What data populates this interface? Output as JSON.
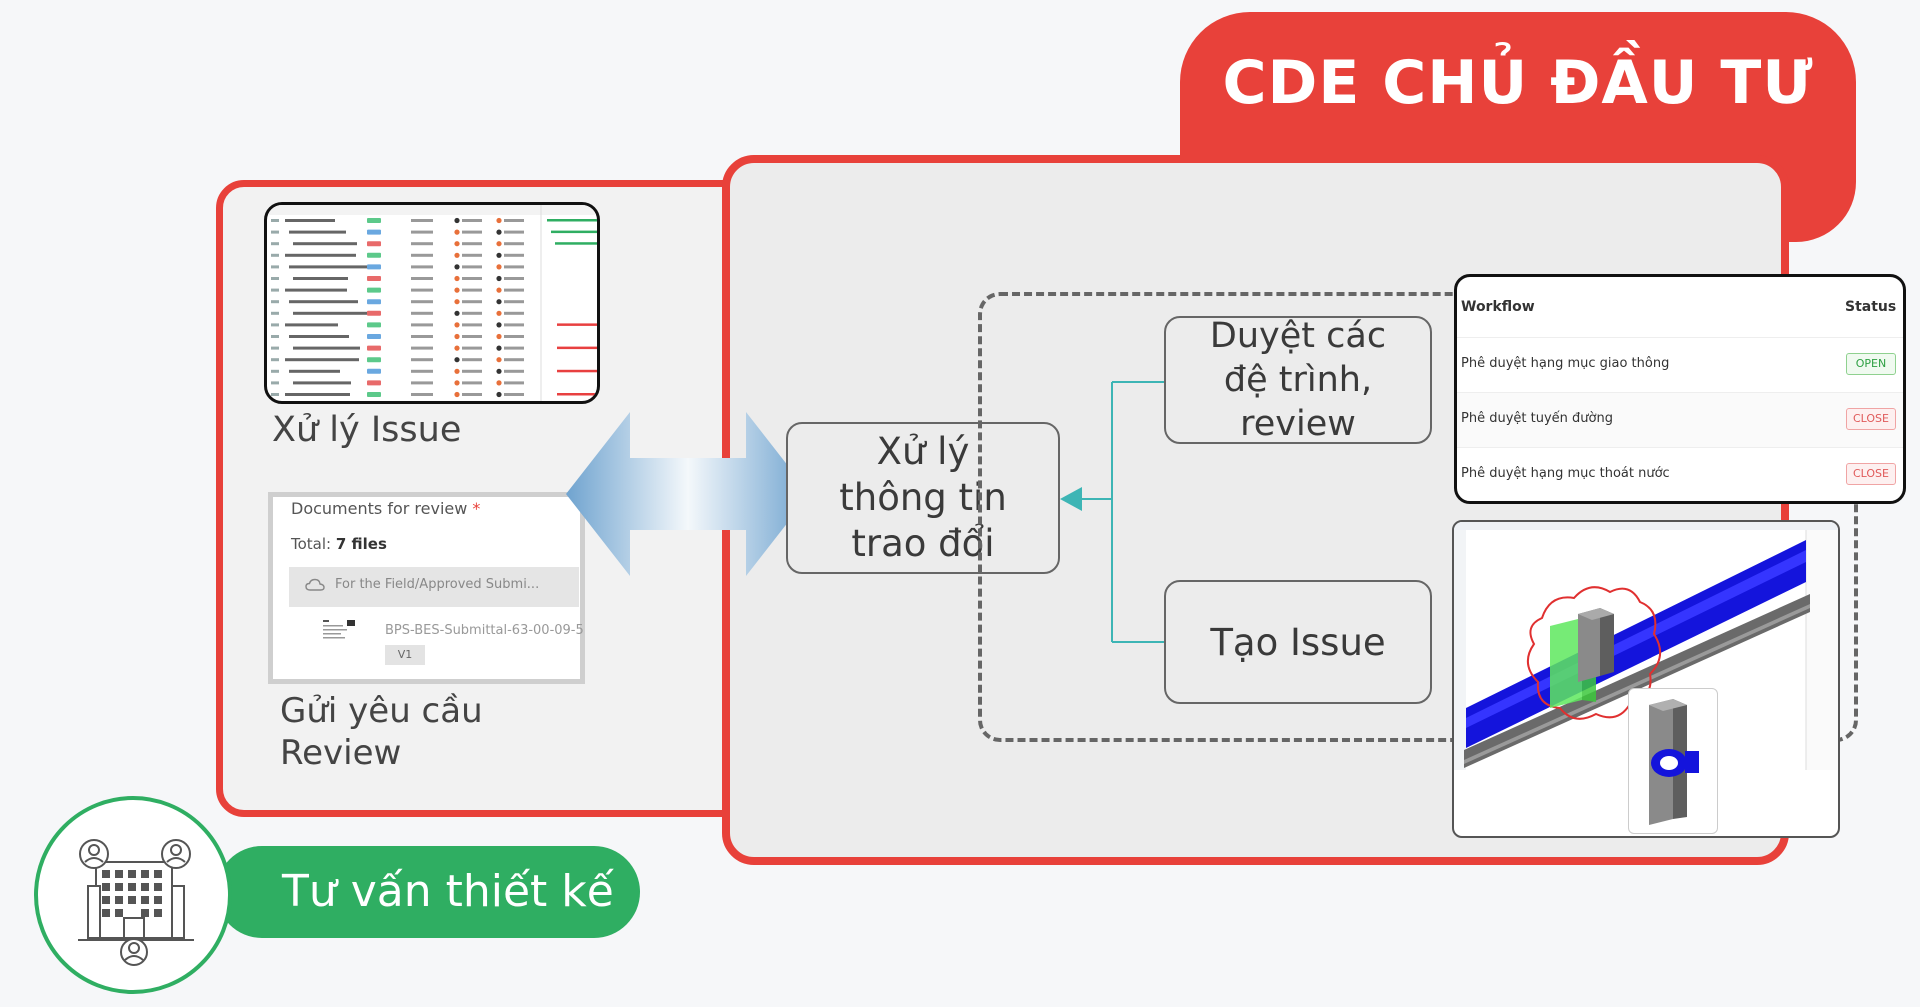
{
  "banner": {
    "title": "CDE CHỦ ĐẦU TƯ"
  },
  "left_panel": {
    "issue_label": "Xử lý Issue",
    "documents": {
      "title": "Documents for review",
      "required_mark": "*",
      "total_label": "Total:",
      "total_value": "7 files",
      "folder_text": "For the Field/Approved Submi...",
      "file_name": "BPS-BES-Submittal-63-00-09-5",
      "version": "V1"
    },
    "review_label_line1": "Gửi yêu cầu",
    "review_label_line2": "Review"
  },
  "center_node": {
    "line1": "Xử lý",
    "line2": "thông tin",
    "line3": "trao đổi"
  },
  "review_node": {
    "line1": "Duyệt các",
    "line2": "đệ trình,",
    "line3": "review"
  },
  "issue_node": {
    "label": "Tạo Issue"
  },
  "workflow": {
    "header_workflow": "Workflow",
    "header_status": "Status",
    "rows": [
      {
        "name": "Phê duyệt hạng mục giao thông",
        "status": "OPEN"
      },
      {
        "name": "Phê duyệt tuyến đường",
        "status": "CLOSE"
      },
      {
        "name": "Phê duyệt hạng mục thoát nước",
        "status": "CLOSE"
      }
    ]
  },
  "consultant": {
    "label": "Tư vấn thiết kế"
  },
  "colors": {
    "brand_red": "#e8413a",
    "consultant_green": "#2fae62",
    "connector_teal": "#3db5b5",
    "open_green": "#2ea043",
    "close_red": "#e05a5a"
  },
  "icons": {
    "double_arrow": "double-arrow-icon",
    "cloud": "cloud-icon",
    "building": "building-people-icon"
  }
}
